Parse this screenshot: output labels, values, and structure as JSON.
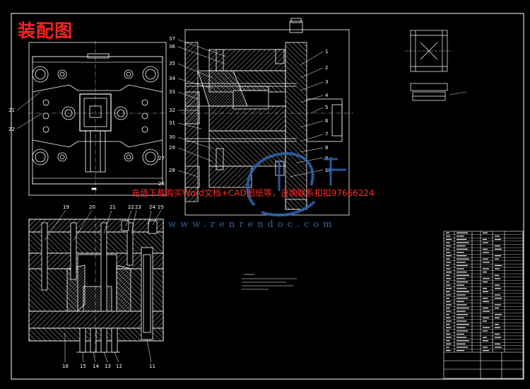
{
  "title": "装配图",
  "watermark": "充值下载购买Word文档+CAD图纸等，咨询联系扣扣97666224",
  "watermark_url": "www.renrendoc.com",
  "callouts_left_plan": [
    "21",
    "22"
  ],
  "callouts_section_top": [
    "37",
    "36",
    "35",
    "34",
    "33",
    "32",
    "31",
    "30",
    "29",
    "28",
    "27",
    "26"
  ],
  "callouts_section_right": [
    "1",
    "2",
    "3",
    "4",
    "5",
    "6",
    "7",
    "8",
    "9",
    "10"
  ],
  "callouts_bottom_top": [
    "19",
    "20",
    "21",
    "22",
    "23",
    "24",
    "25"
  ],
  "callouts_bottom_bottom": [
    "16",
    "15",
    "14",
    "13",
    "12",
    "11"
  ]
}
